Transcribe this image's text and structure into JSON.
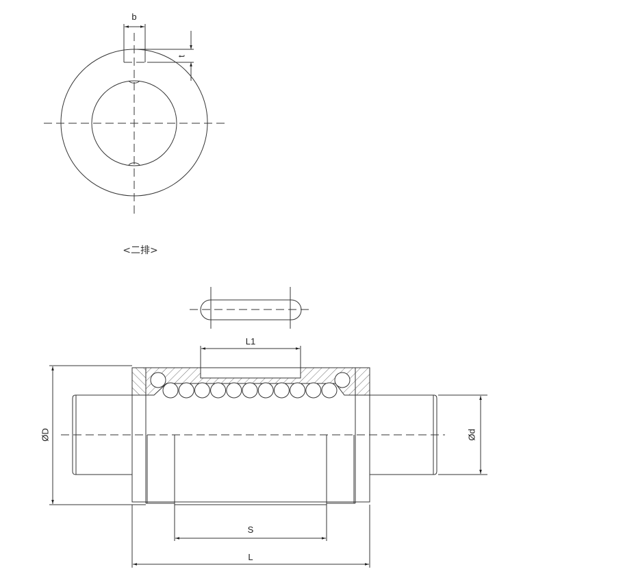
{
  "end_view": {
    "dimensions": {
      "b": "b",
      "t": "t"
    },
    "caption": "<二排>"
  },
  "side_view": {
    "dimensions": {
      "L1": "L1",
      "D": "ØD",
      "d": "Ød",
      "S": "S",
      "L": "L"
    },
    "ball_count": 11
  },
  "colors": {
    "line": "#333333",
    "background": "#ffffff"
  }
}
